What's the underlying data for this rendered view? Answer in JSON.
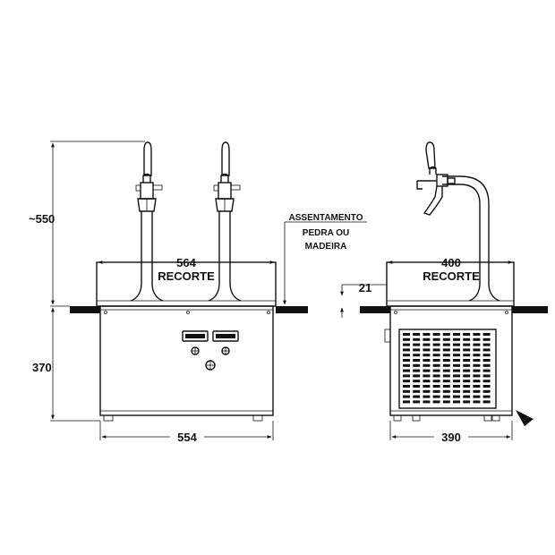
{
  "front_view": {
    "height_total": "~550",
    "height_cabinet": "370",
    "width_cutout": "564",
    "cutout_label": "RECORTE",
    "width_base": "554"
  },
  "side_view": {
    "width_cutout": "400",
    "cutout_label": "RECORTE",
    "counter_offset": "21",
    "width_base": "390"
  },
  "note": {
    "line1": "ASSENTAMENTO",
    "line2": "PEDRA OU",
    "line3": "MADEIRA"
  }
}
